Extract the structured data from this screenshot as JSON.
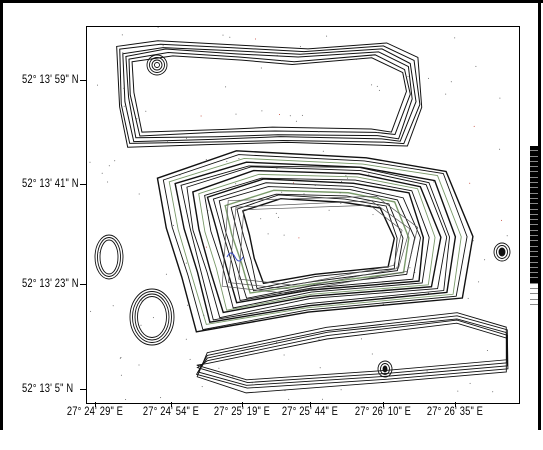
{
  "map": {
    "lat_labels": [
      "52° 13' 59\" N",
      "52° 13' 41\" N",
      "52° 13' 23\" N",
      "52° 13' 5\" N"
    ],
    "lon_labels": [
      "27° 24' 29\" E",
      "27° 24' 54\" E",
      "27° 25' 19\" E",
      "27° 25' 44\" E",
      "27° 26' 10\" E",
      "27° 26' 35\" E"
    ],
    "colors": {
      "contour": "#111111",
      "contour_light": "#555555",
      "accent_green": "#7a9a6a",
      "accent_blue": "#3a4fc8",
      "accent_red": "#c0392b"
    }
  }
}
